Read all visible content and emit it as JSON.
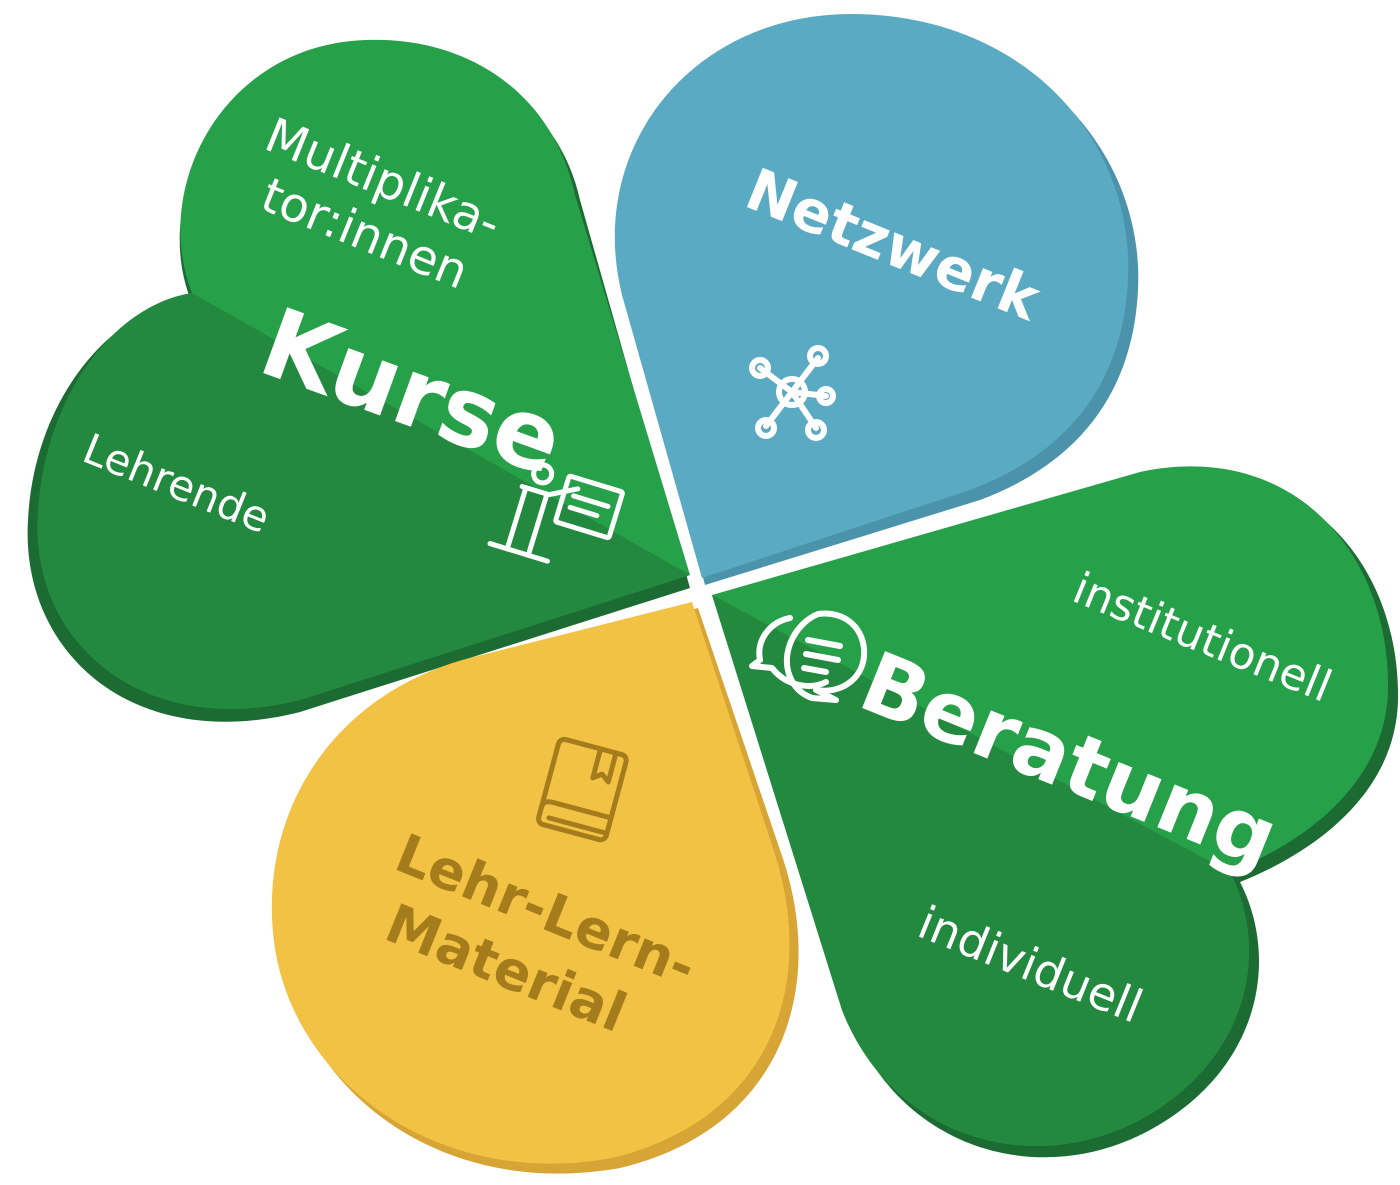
{
  "colors": {
    "green_light": "#27A04A",
    "green_dark": "#22893F",
    "green_shadow": "#1B6B33",
    "blue": "#5AAAC4",
    "blue_shadow": "#4A93AB",
    "yellow": "#F2C244",
    "yellow_shadow": "#D6A535",
    "brown_text": "#A57C1B",
    "white": "#FFFFFF"
  },
  "leaves": {
    "kurse": {
      "title": "Kurse",
      "sub_top_line1": "Multiplika-",
      "sub_top_line2": "tor:innen",
      "sub_bottom": "Lehrende",
      "icon": "teacher-presentation-icon"
    },
    "netzwerk": {
      "title": "Netzwerk",
      "icon": "network-nodes-icon"
    },
    "beratung": {
      "title": "Beratung",
      "sub_top": "institutionell",
      "sub_bottom": "individuell",
      "icon": "chat-bubbles-icon"
    },
    "material": {
      "title_line1": "Lehr-Lern-",
      "title_line2": "Material",
      "icon": "book-icon"
    }
  }
}
